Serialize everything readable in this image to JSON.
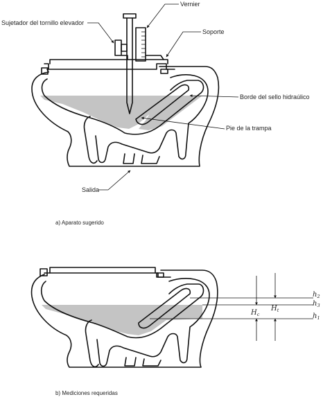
{
  "diagram_a": {
    "labels": {
      "vernier": "Vernier",
      "lifting_screw_clamp": "Sujetador del tornillo elevador",
      "support": "Soporte",
      "seal_edge": "Borde del sello hidraúlico",
      "trap_foot": "Pie de la trampa",
      "outlet": "Salida"
    },
    "caption": "a) Aparato sugerido"
  },
  "diagram_b": {
    "symbols": {
      "h2": {
        "main": "h",
        "sub": "2"
      },
      "h3": {
        "main": "h",
        "sub": "3"
      },
      "h1": {
        "main": "h",
        "sub": "1"
      },
      "hc": {
        "main": "H",
        "sub": "c"
      },
      "ht": {
        "main": "H",
        "sub": "t"
      }
    },
    "caption": "b) Mediciones requeridas"
  },
  "colors": {
    "line": "#111111",
    "water": "#c4c4c4",
    "background": "#ffffff"
  }
}
